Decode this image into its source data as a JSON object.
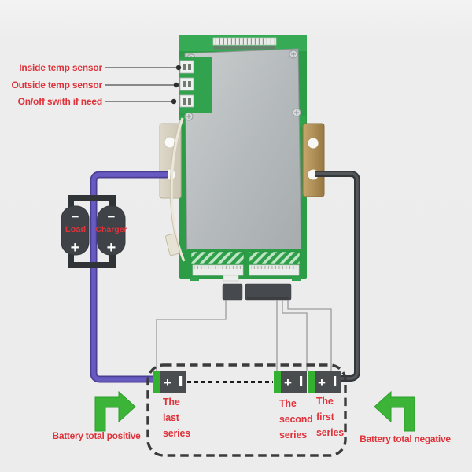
{
  "colors": {
    "background": "#ededed",
    "label_red": "#e0323a",
    "arrow_green": "#3bb437",
    "pcb_green": "#2d9c47",
    "positive_wire_purple": "#5e50b2",
    "negative_wire_dark": "#33373a",
    "cell_terminal_green": "#35b132",
    "battery_body_gray": "#3f4347"
  },
  "left_labels": {
    "inside": "Inside temp sensor",
    "outside": "Outside temp sensor",
    "onoff": "On/off swith if need"
  },
  "parallel_branch": {
    "load": "Load",
    "charger": "Charger"
  },
  "series_cells": {
    "last": "The\nlast\nseries",
    "second": "The\nsecond\nseries",
    "first": "The\nfirst\nseries"
  },
  "terminals": {
    "plus": "+",
    "minus": "−"
  },
  "footer": {
    "positive": "Battery total positive",
    "negative": "Battery total negative"
  }
}
